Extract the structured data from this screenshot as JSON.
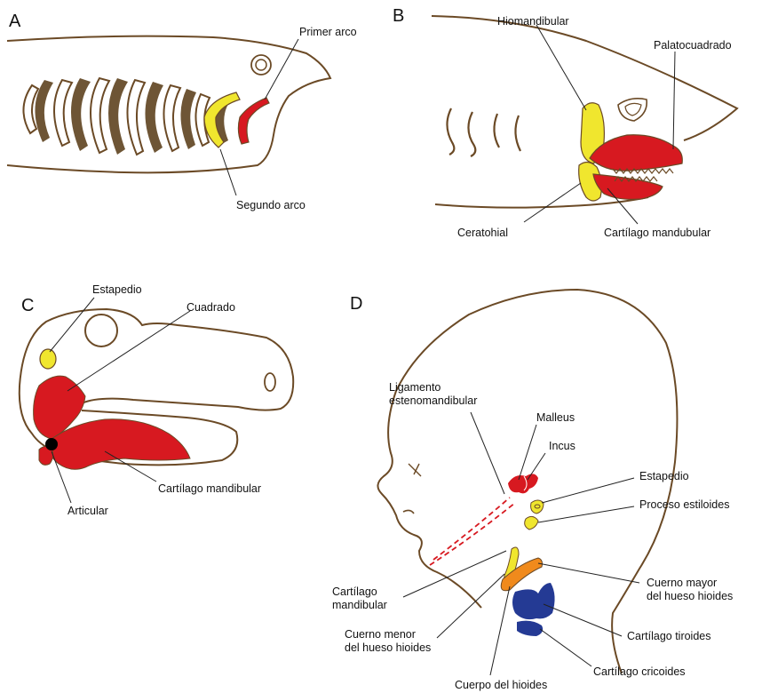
{
  "panels": {
    "a": {
      "letter": "A",
      "labels": {
        "primer_arco": "Primer arco",
        "segundo_arco": "Segundo arco"
      }
    },
    "b": {
      "letter": "B",
      "labels": {
        "hiomandibular": "Hiomandibular",
        "palatocuadrado": "Palatocuadrado",
        "ceratohial": "Ceratohial",
        "cartilago_mandubular": "Cartílago mandubular"
      }
    },
    "c": {
      "letter": "C",
      "labels": {
        "estapedio": "Estapedio",
        "cuadrado": "Cuadrado",
        "articular": "Articular",
        "cartilago_mandibular": "Cartílago mandibular"
      }
    },
    "d": {
      "letter": "D",
      "labels": {
        "ligamento_1": "Ligamento",
        "ligamento_2": "estenomandibular",
        "malleus": "Malleus",
        "incus": "Incus",
        "estapedio": "Estapedio",
        "proceso_estiloides": "Proceso estiloides",
        "cartilago_mandibular_1": "Cartílago",
        "cartilago_mandibular_2": "mandibular",
        "cuerno_mayor_1": "Cuerno mayor",
        "cuerno_mayor_2": "del hueso hioides",
        "cuerno_menor_1": "Cuerno menor",
        "cuerno_menor_2": "del hueso hioides",
        "cartilago_tiroides": "Cartílago tiroides",
        "cartilago_cricoides": "Cartílago cricoides",
        "cuerpo_hioides": "Cuerpo del hioides"
      }
    }
  },
  "colors": {
    "outline": "#6b4a26",
    "gill_bar": "#6e5535",
    "first_arch_red": "#d71920",
    "second_arch_yellow": "#f0e62e",
    "hyoid_orange": "#f08a1c",
    "larynx_blue": "#243a94",
    "articular_black": "#000000"
  }
}
